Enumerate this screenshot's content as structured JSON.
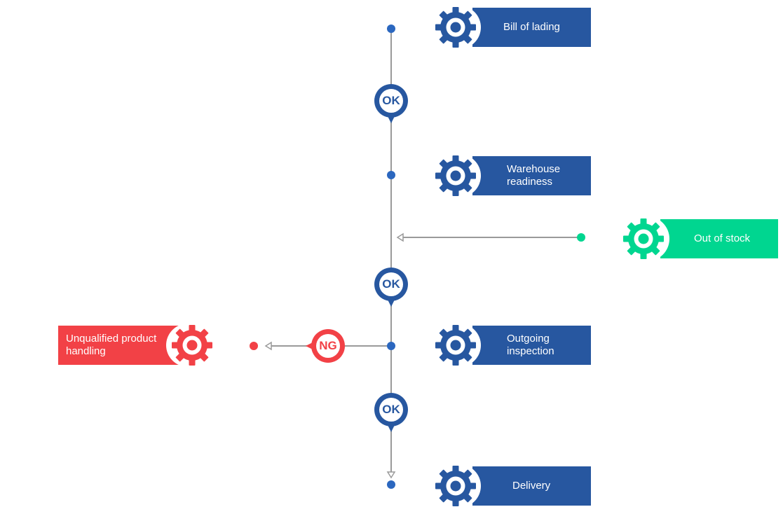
{
  "colors": {
    "main_flow": "#2757a0",
    "alternate_flow": "#00d690",
    "reject_flow": "#f24146",
    "connector_line": "#9a9a9a",
    "dot": "#2b67bf"
  },
  "steps": [
    {
      "label": "Bill of lading",
      "icon": "gear-icon"
    },
    {
      "label": "Warehouse\nreadiness",
      "icon": "gear-icon"
    },
    {
      "label": "Out of stock",
      "icon": "gear-icon"
    },
    {
      "label": "Outgoing\ninspection",
      "icon": "gear-icon"
    },
    {
      "label": "Unqualified product\nhandling",
      "icon": "gear-icon"
    },
    {
      "label": "Delivery",
      "icon": "gear-icon"
    }
  ],
  "decisions": {
    "ok": "OK",
    "ng": "NG"
  }
}
